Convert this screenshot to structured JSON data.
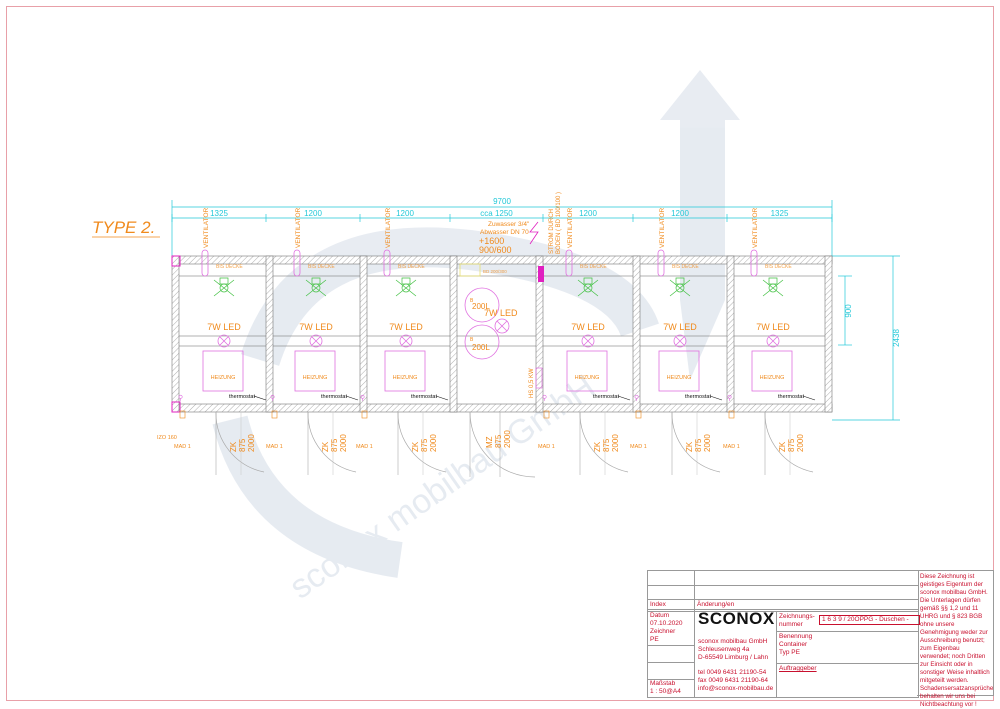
{
  "type_label": "TYPE 2.",
  "watermark": "sconox mobilbau GmbH",
  "dimensions": {
    "overall_length": "9700",
    "segments": [
      "1325",
      "1200",
      "1200",
      "cca 1250",
      "1200",
      "1200",
      "1325"
    ],
    "depth_inner": "900",
    "overall_width": "2438"
  },
  "utility_notes": {
    "water": "Zuwasser 3/4\"",
    "waste": "Abwasser DN 70",
    "height": "+1600",
    "size": "900/600",
    "floor_opening": "BD 200/300",
    "power": "STROM DURCH",
    "power2": "BODEN ( BD 100/100 )",
    "boiler_label": "B",
    "boiler_1": "200L",
    "boiler_2": "200L",
    "heater": "HS 0,5 KW",
    "door_type": "MZ",
    "door_width": "875",
    "door_height": "2000"
  },
  "rooms": {
    "ventilator": "VENTILATOR",
    "ceiling": "BIS DECKE",
    "led": "7W LED",
    "heater": "HEIZUNG",
    "thermostat": "thermostat",
    "window": "MAD 1",
    "door_type": "ZK",
    "door_width": "875",
    "door_height": "2000",
    "izo": "IZO 160"
  },
  "title_block": {
    "index_label": "Index",
    "changes_label": "Änderung/en",
    "date_label": "Datum",
    "date": "07.10.2020",
    "drawer_label": "Zeichner",
    "drawer": "PE",
    "scale_label": "Maßstab",
    "scale": "1 : 50@A4",
    "logo_text": "SCONOX",
    "company": "sconox mobilbau GmbH",
    "street": "Schleusenweg 4a",
    "city": "D-65549 Limburg / Lahn",
    "tel": "tel  0049 6431 21190-54",
    "fax": "fax 0049 6431 21190-64",
    "email": "info@sconox-mobilbau.de",
    "drawing_no_label_1": "Zeichnungs-",
    "drawing_no_label_2": "nummer",
    "drawing_no": "1 6 3 9 / 20OPPG - Duschen -",
    "designation_label": "Benennung",
    "designation_1": "Container",
    "designation_2": "Typ PE",
    "client_label": "Auftraggeber",
    "copyright": "Diese Zeichnung ist geistiges Eigentum der sconox mobilbau GmbH. Die Unterlagen dürfen gemäß §§ 1,2 und 11 UHRG und § 823 BGB ohne unsere Genehmigung weder zur Ausschreibung benutzt; zum Eigenbau verwendet; noch Dritten zur Einsicht oder in sonstiger Weise inhaltlich mitgeteilt werden. Schadensersatzansprüche behalten wir uns bei Nichtbeachtung vor !"
  }
}
